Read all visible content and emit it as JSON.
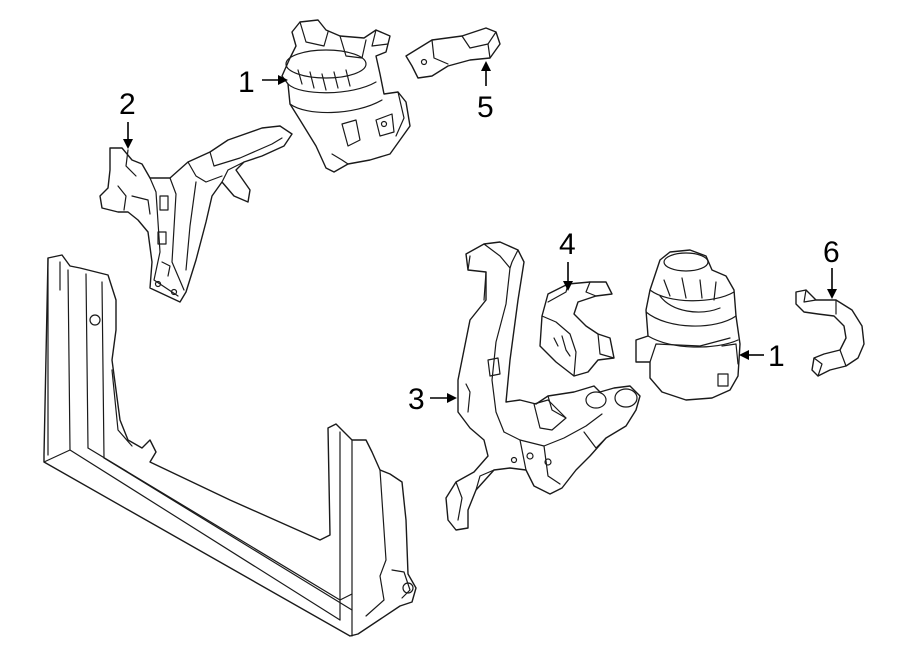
{
  "callouts": [
    {
      "id": "c1a",
      "label": "1"
    },
    {
      "id": "c2",
      "label": "2"
    },
    {
      "id": "c5",
      "label": "5"
    },
    {
      "id": "c4",
      "label": "4"
    },
    {
      "id": "c6",
      "label": "6"
    },
    {
      "id": "c1b",
      "label": "1"
    },
    {
      "id": "c3",
      "label": "3"
    }
  ]
}
